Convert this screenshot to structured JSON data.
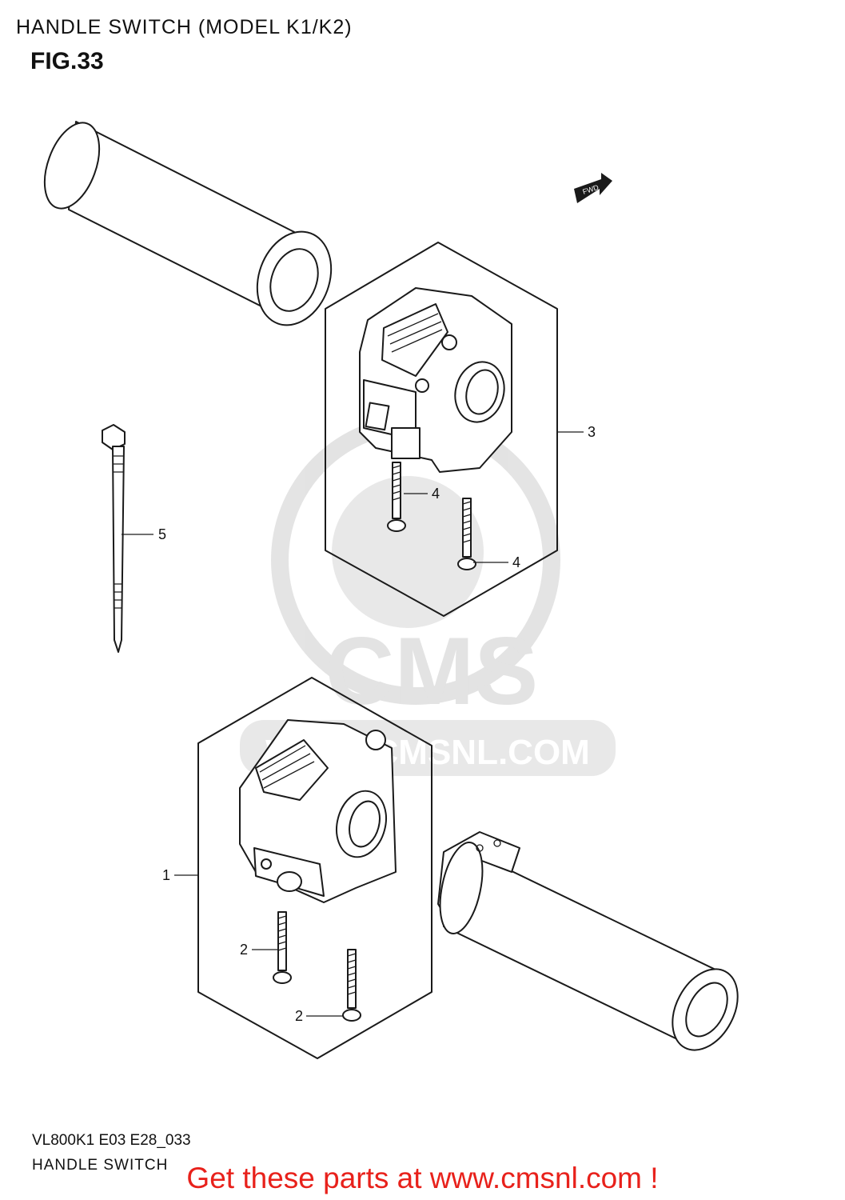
{
  "header": {
    "title": "HANDLE SWITCH (MODEL K1/K2)",
    "figure": "FIG.33"
  },
  "diagram": {
    "callouts": [
      {
        "id": "c1",
        "label": "1"
      },
      {
        "id": "c2a",
        "label": "2"
      },
      {
        "id": "c2b",
        "label": "2"
      },
      {
        "id": "c3",
        "label": "3"
      },
      {
        "id": "c4a",
        "label": "4"
      },
      {
        "id": "c4b",
        "label": "4"
      },
      {
        "id": "c5",
        "label": "5"
      }
    ],
    "fwd_arrow_text": "FWD",
    "watermark": {
      "logo_text": "CMS",
      "url_text": "WWW.CMSNL.COM"
    }
  },
  "footer": {
    "code": "VL800K1 E03 E28_033",
    "title": "HANDLE SWITCH",
    "promo": "Get these parts at www.cmsnl.com !",
    "promo_color": "#e8211b"
  }
}
